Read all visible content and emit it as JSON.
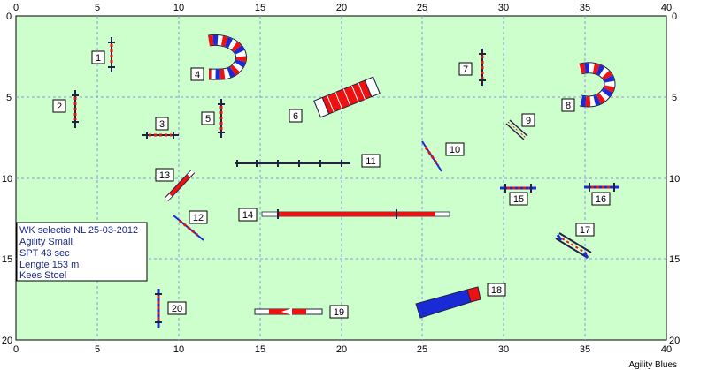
{
  "course": {
    "x_ticks": [
      "0",
      "5",
      "10",
      "15",
      "20",
      "25",
      "30",
      "35",
      "40"
    ],
    "y_ticks": [
      "0",
      "5",
      "10",
      "15",
      "20"
    ],
    "obstacle_numbers": [
      "1",
      "2",
      "3",
      "4",
      "5",
      "6",
      "7",
      "8",
      "9",
      "10",
      "11",
      "12",
      "13",
      "14",
      "15",
      "16",
      "17",
      "18",
      "19",
      "20"
    ],
    "info": {
      "line1": "WK selectie NL 25-03-2012",
      "line2": "Agility Small",
      "line3": "SPT 43 sec",
      "line4": "Lengte 153 m",
      "line5": "Kees Stoel"
    },
    "footer": "Agility Blues",
    "colors": {
      "field": "#ccffcc",
      "grid": "#8899dd",
      "red": "#ee1111",
      "blue": "#1a2ad6",
      "pole": "#222244"
    }
  }
}
